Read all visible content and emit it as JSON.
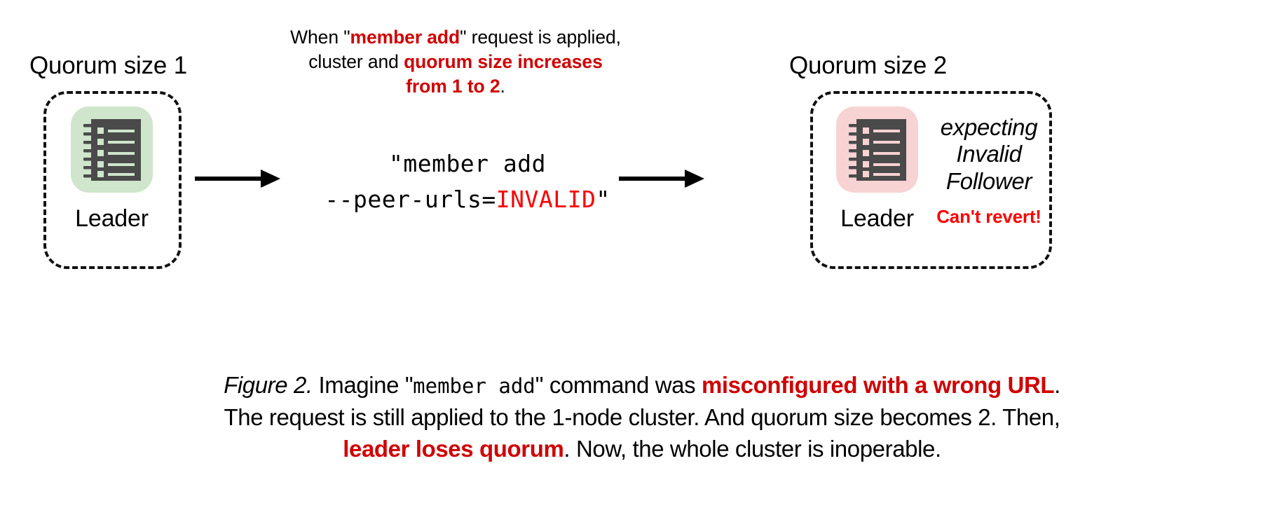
{
  "figure": {
    "left_cluster": {
      "quorum_label": "Quorum size 1",
      "node_label": "Leader",
      "node_icon": "notebook-icon",
      "tile_color": "#cfe5cc"
    },
    "right_cluster": {
      "quorum_label": "Quorum size 2",
      "node_label": "Leader",
      "node_icon": "notebook-icon",
      "tile_color": "#f8d3d3",
      "status_lines": [
        "expecting",
        "Invalid",
        "Follower"
      ],
      "warning": "Can't revert!",
      "warning_color": "#fa0000"
    },
    "top_annotation": {
      "line1_a": "When \"",
      "line1_b": "member add",
      "line1_c": "\" request is applied,",
      "line2_a": "cluster and ",
      "line2_b": "quorum size increases",
      "line3_a": "from 1 to 2",
      "line3_b": ".",
      "highlight_color": "#d00000"
    },
    "command": {
      "line1": "\"member add",
      "line2_a": "--peer-urls=",
      "line2_b": "INVALID",
      "line2_c": "\"",
      "invalid_color": "#fa0000"
    },
    "arrows": {
      "left": "arrow-right-icon",
      "right": "arrow-right-icon"
    },
    "caption": {
      "label": "Figure 2.",
      "seg1": " Imagine \"",
      "seg2_mono": "member add",
      "seg3": "\" command was ",
      "seg4_red": "misconfigured with a wrong URL",
      "seg5": ".",
      "seg6": "The request is still applied to the 1-node cluster. And quorum size becomes 2. Then,",
      "seg7_red": "leader loses quorum",
      "seg8": ". Now, the whole cluster is inoperable.",
      "highlight_color": "#d00000"
    }
  }
}
